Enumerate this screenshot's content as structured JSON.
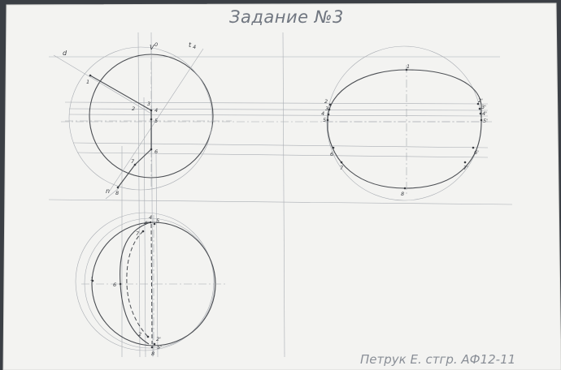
{
  "title": "Задание №3",
  "signature": "Петрук Е. стгр. АФ12-11",
  "top_view": {
    "axis_labels": {
      "d": "d",
      "vp": "V",
      "vp_sub": "0",
      "t": "t",
      "t_sub": "4",
      "n": "n"
    },
    "points": [
      "1",
      "2",
      "3",
      "4",
      "5",
      "6",
      "7",
      "8"
    ]
  },
  "side_view": {
    "points": [
      "1",
      "2",
      "2'",
      "3",
      "3'",
      "4",
      "4'",
      "5",
      "5'",
      "6",
      "6'",
      "7",
      "7'",
      "8"
    ]
  },
  "front_view": {
    "points": [
      "1",
      "4",
      "4'",
      "5",
      "6",
      "7",
      "2",
      "2'",
      "5'",
      "8"
    ]
  }
}
